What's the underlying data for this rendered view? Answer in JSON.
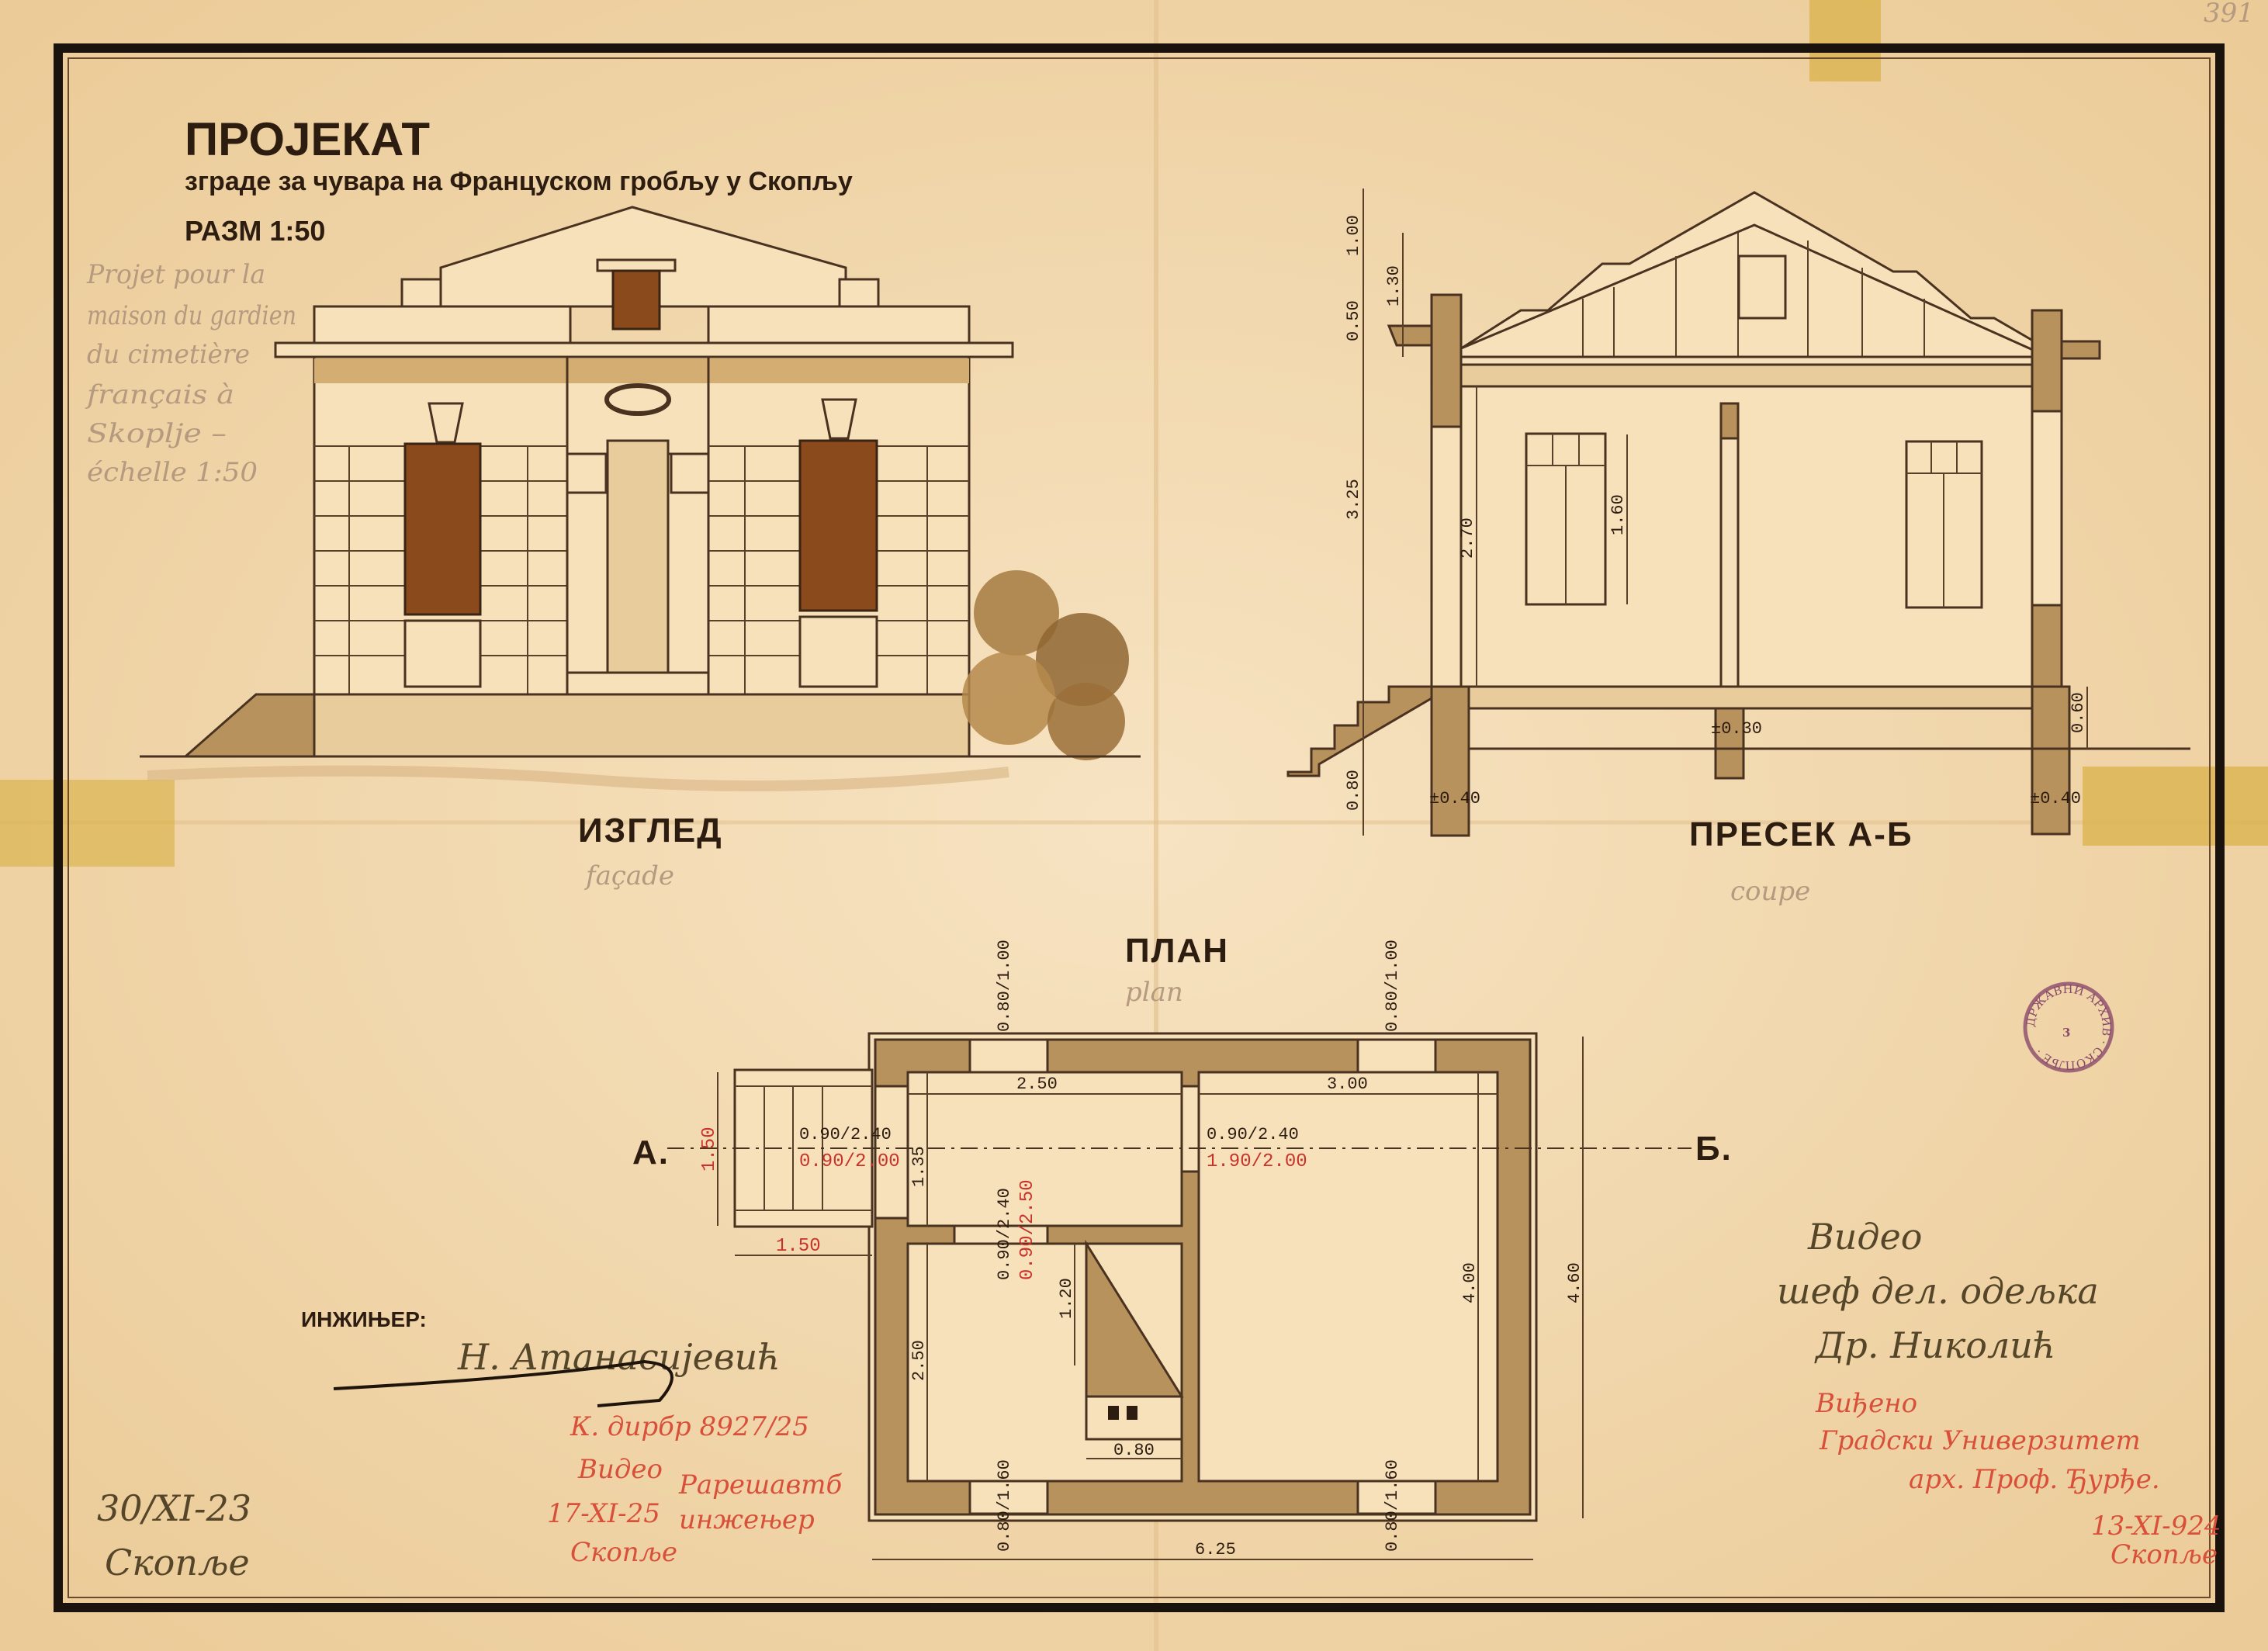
{
  "title": {
    "main": "ПРОЈЕКАТ",
    "subtitle": "зграде за чувара на Француском гробљу у Скопљу",
    "scale": "РАЗМ 1:50"
  },
  "pencil_note": [
    "Projet pour la",
    "maison du gardien",
    "du cimetière",
    "français à",
    "Skoplje –",
    "échelle 1:50"
  ],
  "page_number": "391",
  "elevation": {
    "label": "ИЗГЛЕД",
    "pencil_label": "façade"
  },
  "section": {
    "label": "ПРЕСЕК А-Б",
    "pencil_label": "coupe",
    "dims": [
      "1.00",
      "1.30",
      "0.50",
      "3.25",
      "2.70",
      "1.60",
      "0.60",
      "0.80",
      "±0.40",
      "±0.30",
      "±0.40"
    ]
  },
  "plan": {
    "label": "ПЛАН",
    "pencil_label": "plan",
    "marker_a": "А.",
    "marker_b": "Б.",
    "dims": {
      "room1_width": "2.50",
      "room2_width": "3.00",
      "room1_depth": "1.35",
      "room2_depth": "4.00",
      "room3_depth": "2.50",
      "total_depth": "4.60",
      "total_width": "6.25",
      "porch_width": "1.50",
      "porch_depth": "1.50",
      "pantry": "1.20",
      "stove": "0.80",
      "window_top_l": "0.80/1.00",
      "window_top_r": "0.80/1.00",
      "window_bot_l": "0.80/1.60",
      "window_bot_r": "0.80/1.60",
      "door_entry": "0.90/2.40",
      "door_inner": "0.90/2.40",
      "door_lower": "0.90/2.40"
    },
    "red_dims": {
      "door_entry": "0.90/2.00",
      "door_inner": "1.90/2.00",
      "door_lower": "0.90/2.50"
    }
  },
  "signatures": {
    "engineer_label": "ИНЖИЊЕР:",
    "engineer_signature": "Н. Атанасијевић",
    "date_left": "30/XI-23",
    "place_left": "Скопље",
    "red_reg": "К. дирбр 8927/25",
    "red_seen": "Видео",
    "red_name": "Рарешавтб",
    "red_title": "инжењер",
    "red_date": "17-XI-25",
    "red_place": "Скопље",
    "right_seen": "Видео",
    "right_dept": "шеф дел. одељка",
    "right_name": "Др. Николић",
    "red_right_1": "Виђено",
    "red_right_2": "Градски Универзитет",
    "red_right_3": "арх. Проф. Ђурђе.",
    "red_right_date": "13-XI-924",
    "red_right_place": "Скопље"
  },
  "stamp": {
    "ring_text": "ДРЖАВНИ АРХИВ · СКОПЉЕ ·",
    "number": "3"
  },
  "colors": {
    "paper": "#f2d9b0",
    "ink": "#4a3220",
    "wash": "#b8925c",
    "red": "#d8503a",
    "tape": "#d9b24a"
  }
}
